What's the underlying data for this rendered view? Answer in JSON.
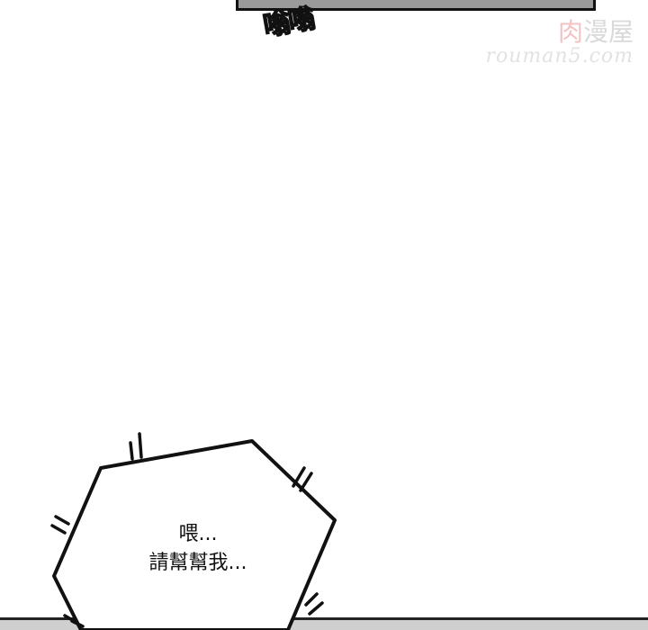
{
  "sfx": {
    "text": "嗡嗡"
  },
  "watermark": {
    "accent": "肉",
    "rest": "漫屋",
    "url": "rouman5.com"
  },
  "speech": {
    "line1": "喂...",
    "line2": "請幫幫我..."
  }
}
